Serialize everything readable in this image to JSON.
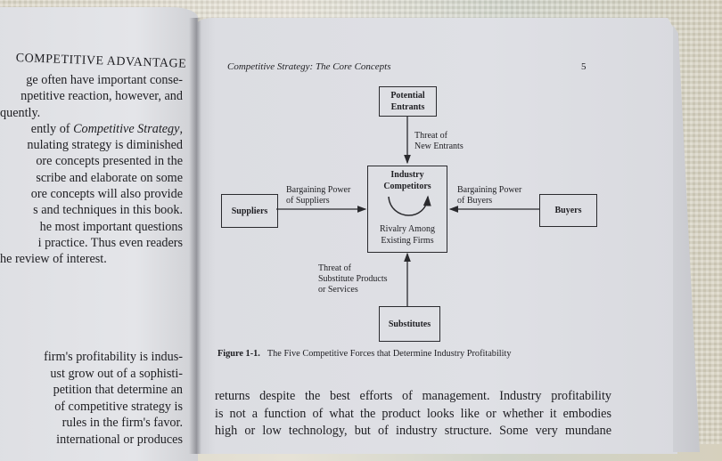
{
  "left_page": {
    "running_head": "COMPETITIVE ADVANTAGE",
    "paragraph_1": [
      "ge often have important conse-",
      "npetitive reaction, however, and",
      "quently.",
      "ently of Competitive Strategy,",
      "nulating strategy is diminished",
      "ore concepts presented in the",
      "scribe and elaborate on some",
      "ore concepts will also provide",
      "s and techniques in this book.",
      "he most important questions",
      "i practice. Thus even readers",
      "he review of interest."
    ],
    "paragraph_2": [
      "firm's profitability is indus-",
      "ust grow out of a sophisti-",
      "petition that determine an",
      "of competitive strategy is",
      "rules in the firm's favor.",
      "international or produces"
    ]
  },
  "right_page": {
    "running_head": "Competitive Strategy: The Core Concepts",
    "page_number": "5",
    "figure": {
      "nodes": {
        "potential_entrants": "Potential Entrants",
        "industry_competitors": "Industry Competitors",
        "rivalry": "Rivalry Among Existing Firms",
        "suppliers": "Suppliers",
        "buyers": "Buyers",
        "substitutes": "Substitutes"
      },
      "edges": {
        "threat_new_entrants_1": "Threat of",
        "threat_new_entrants_2": "New Entrants",
        "supplier_power_1": "Bargaining Power",
        "supplier_power_2": "of Suppliers",
        "buyer_power_1": "Bargaining Power",
        "buyer_power_2": "of Buyers",
        "threat_substitutes_1": "Threat of",
        "threat_substitutes_2": "Substitute Products",
        "threat_substitutes_3": "or Services"
      },
      "caption_label": "Figure 1-1.",
      "caption_text": "The Five Competitive Forces that Determine Industry Profitability"
    },
    "body": [
      "returns despite the best efforts of management. Industry profitability",
      "is not a function of what the product looks like or whether it embodies",
      "high or low technology, but of industry structure. Some very mundane"
    ]
  }
}
